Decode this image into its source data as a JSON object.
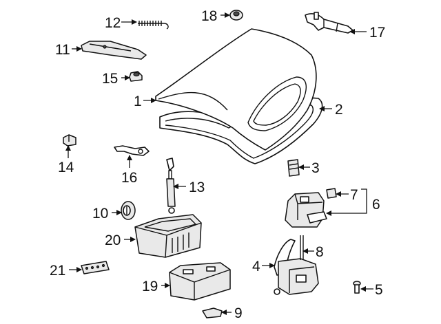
{
  "callouts": {
    "n1": "1",
    "n2": "2",
    "n3": "3",
    "n4": "4",
    "n5": "5",
    "n6": "6",
    "n7": "7",
    "n8": "8",
    "n9": "9",
    "n10": "10",
    "n11": "11",
    "n12": "12",
    "n13": "13",
    "n14": "14",
    "n15": "15",
    "n16": "16",
    "n17": "17",
    "n18": "18",
    "n19": "19",
    "n20": "20",
    "n21": "21"
  }
}
